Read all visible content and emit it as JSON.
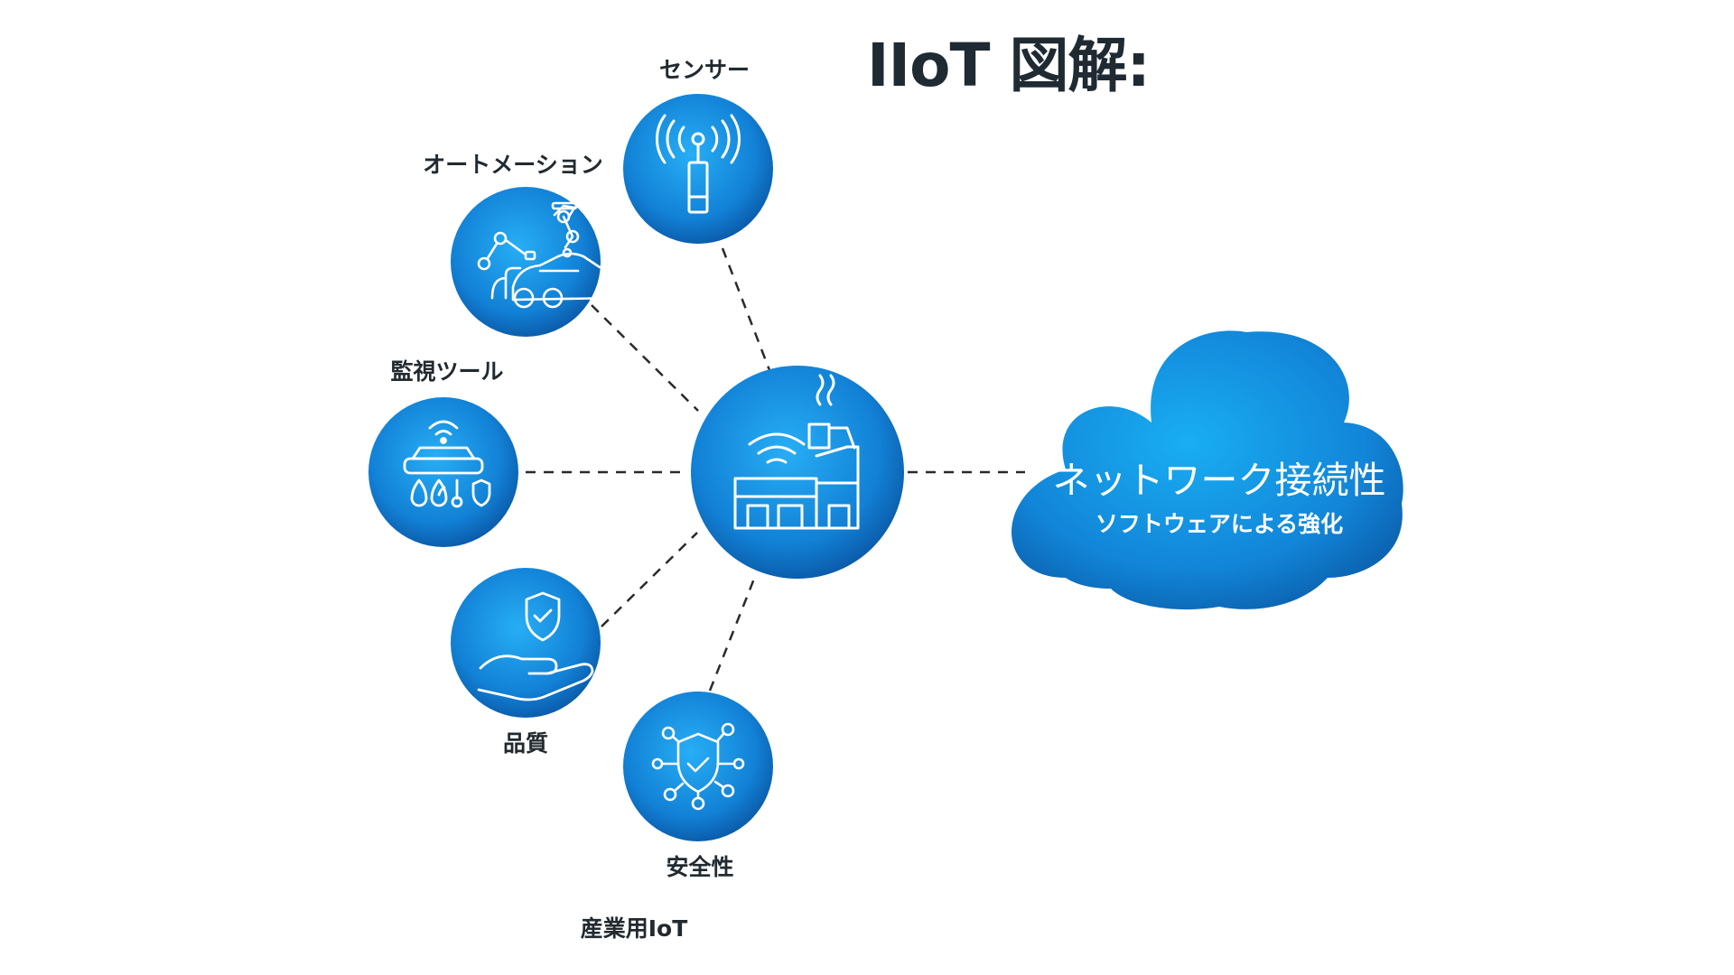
{
  "title": "IIoT 図解:",
  "nodes": {
    "sensor": {
      "label": "センサー",
      "icon": "sensor-antenna-icon"
    },
    "automation": {
      "label": "オートメーション",
      "icon": "robot-arm-car-icon"
    },
    "monitoring": {
      "label": "監視ツール",
      "icon": "monitoring-device-icon"
    },
    "quality": {
      "label": "品質",
      "icon": "shield-hand-icon"
    },
    "safety": {
      "label": "安全性",
      "icon": "shield-network-icon"
    },
    "hub": {
      "label": "産業用IoT",
      "icon": "factory-wifi-icon"
    }
  },
  "cloud": {
    "title": "ネットワーク接続性",
    "subtitle": "ソフトウェアによる強化",
    "icon": "cloud-icon"
  },
  "colors": {
    "circle_light": "#1ea0ec",
    "circle_dark": "#0a5fae",
    "line": "#2a2a2a",
    "text": "#1f2933"
  }
}
